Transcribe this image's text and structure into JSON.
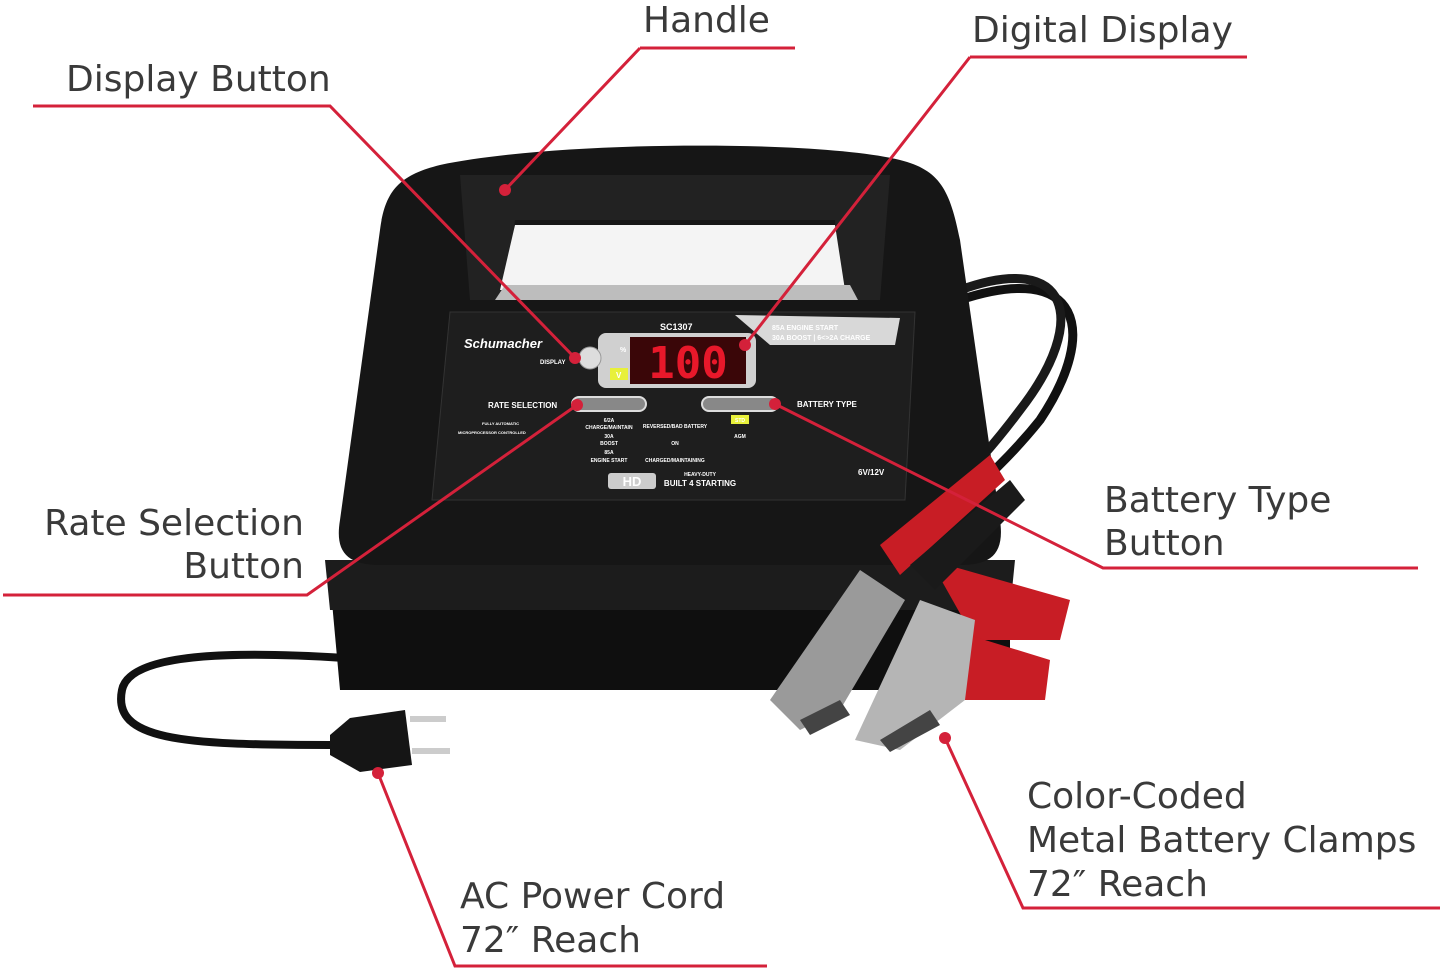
{
  "callouts": {
    "handle": "Handle",
    "digital_display": "Digital Display",
    "display_button": "Display Button",
    "rate_selection": [
      "Rate Selection",
      "Button"
    ],
    "battery_type": [
      "Battery Type",
      "Button"
    ],
    "clamps": [
      "Color-Coded",
      "Metal Battery Clamps",
      "72″ Reach"
    ],
    "power_cord": [
      "AC Power Cord",
      "72″ Reach"
    ]
  },
  "panel": {
    "brand": "Schumacher",
    "model": "SC1307",
    "display_value": "100",
    "display_label": "DISPLAY",
    "percent_indicator": "%",
    "volt_indicator": "V",
    "ratings_line1": "85A ENGINE START",
    "ratings_line2": "30A BOOST | 6<>2A CHARGE",
    "rate_selection_label": "RATE SELECTION",
    "battery_type_label": "BATTERY TYPE",
    "rate_options": [
      "6/2A",
      "30A",
      "85A"
    ],
    "rate_captions": [
      "CHARGE/MAINTAIN",
      "BOOST",
      "ENGINE START"
    ],
    "status_captions": [
      "REVERSED/BAD BATTERY",
      "ON",
      "CHARGED/MAINTAINING"
    ],
    "battery_types": [
      "STD",
      "AGM"
    ],
    "fully_automatic": "FULLY AUTOMATIC",
    "microprocessor": "MICROPROCESSOR CONTROLLED",
    "voltage": "6V/12V",
    "hd_logo": "HD",
    "heavy_duty": "HEAVY-DUTY",
    "built_starting": "BUILT 4 STARTING"
  },
  "colors": {
    "accent": "#d4213a",
    "body": "#151515",
    "led": "#e8182a",
    "indicator": "#e8f03a"
  }
}
